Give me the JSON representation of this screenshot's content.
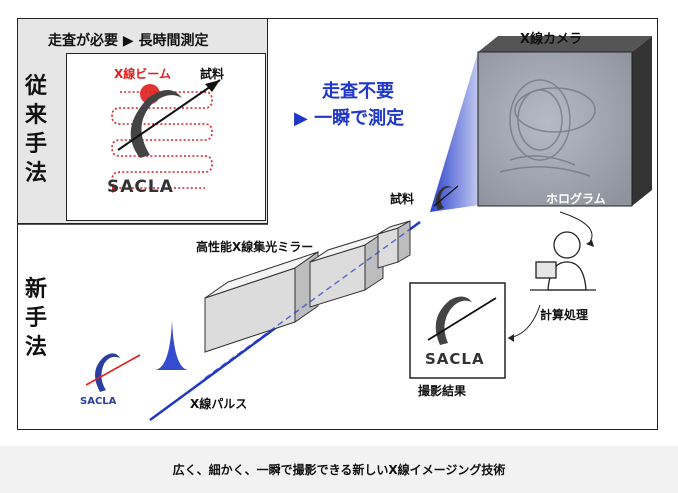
{
  "old_method": {
    "title": "走査が必要 ▶ 長時間測定",
    "side_label": "従来手法",
    "beam_label": "X線ビーム",
    "sample_label": "試料"
  },
  "new_method": {
    "side_label": "新手法",
    "headline_line1": "走査不要",
    "headline_line2": "▶ 一瞬で測定",
    "mirror_label": "高性能X線集光ミラー",
    "pulse_label": "X線パルス",
    "sample_label": "試料",
    "camera_label": "X線カメラ",
    "hologram_label": "ホログラム",
    "compute_label": "計算処理",
    "result_label": "撮影結果"
  },
  "logo_text": "SACLA",
  "caption": "広く、細かく、一瞬で撮影できる新しいX線イメージング技術",
  "colors": {
    "beam_blue": "#1f38c9",
    "scan_red": "#e01e1e",
    "camera_gray": "#9aa0aa",
    "mirror_gray": "#dcdcdc"
  }
}
